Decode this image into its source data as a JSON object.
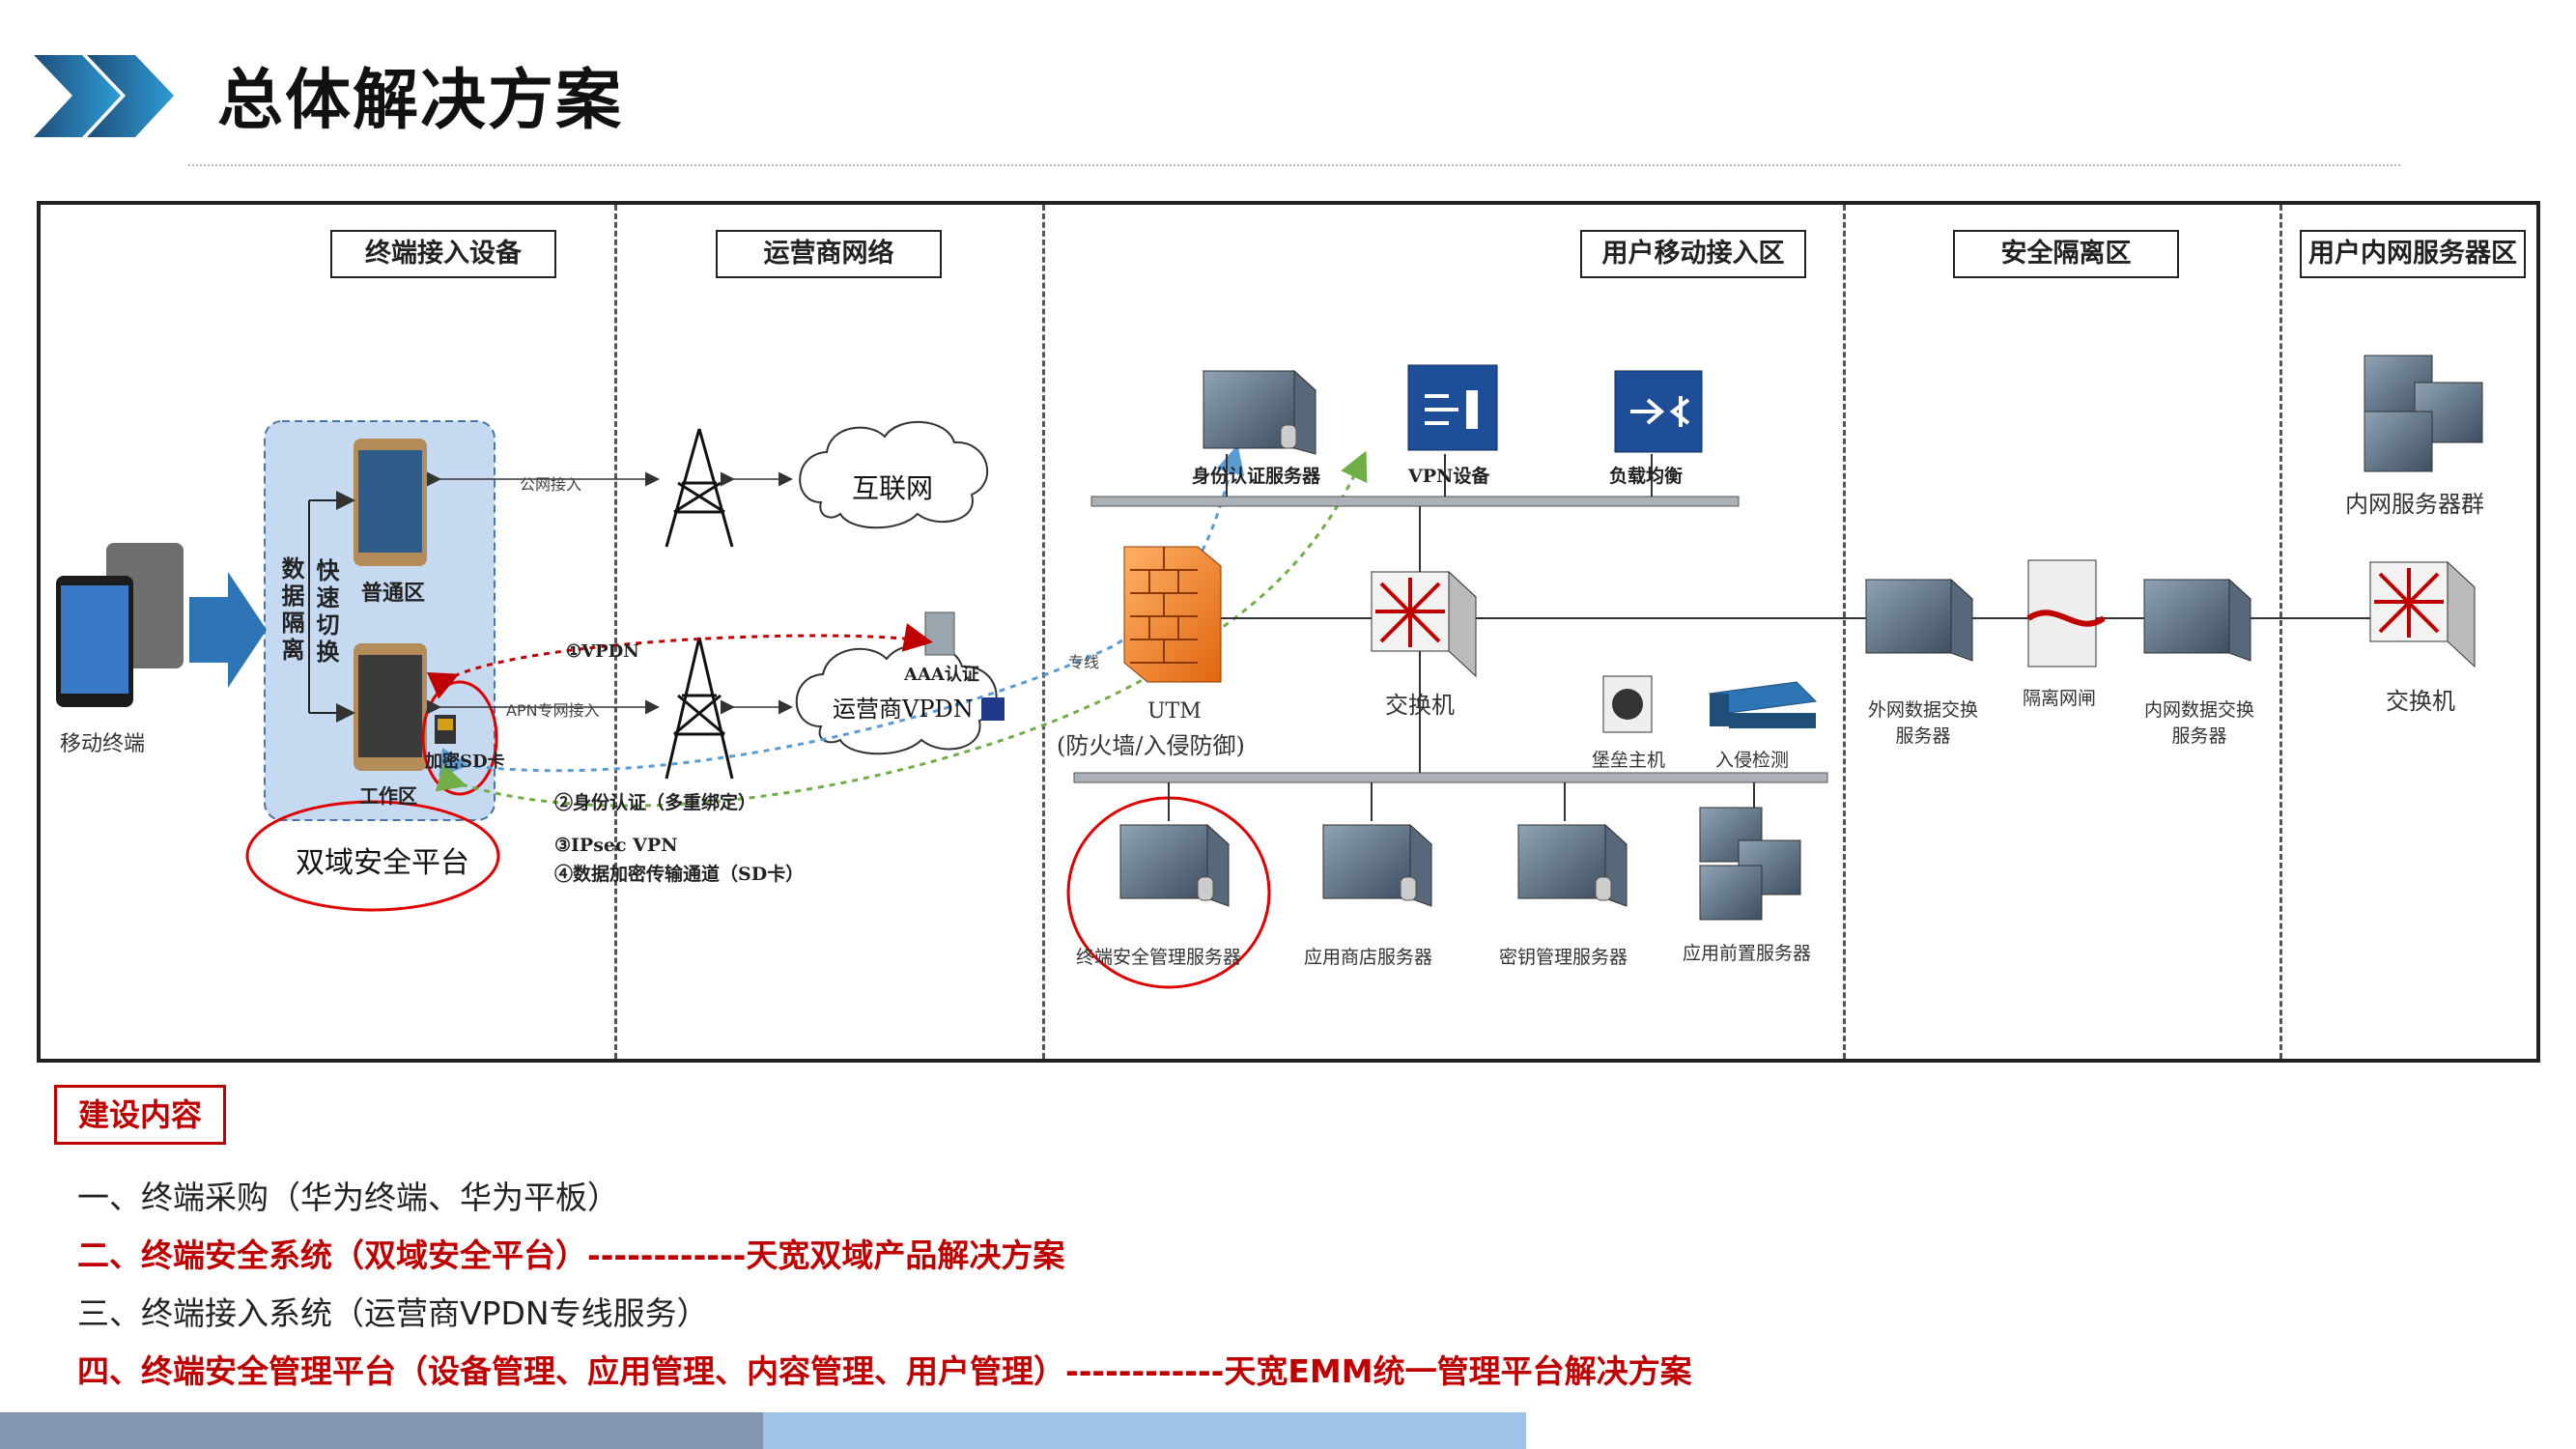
{
  "title": "总体解决方案",
  "zones": [
    "终端接入设备",
    "运营商网络",
    "用户移动接入区",
    "安全隔离区",
    "用户内网服务器区"
  ],
  "terminal": {
    "mobile_label": "移动终端",
    "side_text": "数据隔离",
    "switch_text": "快速切换",
    "normal_zone": "普通区",
    "work_zone": "工作区",
    "sd_card": "加密SD卡",
    "platform": "双域安全平台"
  },
  "carrier": {
    "public_access": "公网接入",
    "apn_access": "APN专网接入",
    "internet": "互联网",
    "vpdn": "运营商VPDN",
    "aaa": "AAA认证"
  },
  "flows": {
    "step1": "①VPDN",
    "step2": "②身份认证（多重绑定）",
    "step3": "③IPsec VPN",
    "step4": "④数据加密传输通道（SD卡）",
    "line_tag": "专线"
  },
  "access_zone": {
    "auth_server": "身份认证服务器",
    "vpn_device": "VPN设备",
    "load_balance": "负载均衡",
    "utm": "UTM",
    "utm_desc": "(防火墙/入侵防御)",
    "switch": "交换机",
    "bastion": "堡垒主机",
    "ids": "入侵检测",
    "mgmt_server": "终端安全管理服务器",
    "store_server": "应用商店服务器",
    "key_server": "密钥管理服务器",
    "front_server": "应用前置服务器"
  },
  "isolation_zone": {
    "outer_server": "外网数据交换服务器",
    "gap": "隔离网闸",
    "inner_server": "内网数据交换服务器"
  },
  "intranet_zone": {
    "server_group": "内网服务器群",
    "switch": "交换机"
  },
  "construction": {
    "label": "建设内容",
    "items": [
      "一、终端采购（华为终端、华为平板）",
      "二、终端安全系统（双域安全平台）------------天宽双域产品解决方案",
      "三、终端接入系统（运营商VPDN专线服务）",
      "四、终端安全管理平台（设备管理、应用管理、内容管理、用户管理）------------天宽EMM统一管理平台解决方案"
    ]
  },
  "colors": {
    "accent_red": "#c00000",
    "chevron": "#2e75b6",
    "panel": "#c5d9f1"
  }
}
